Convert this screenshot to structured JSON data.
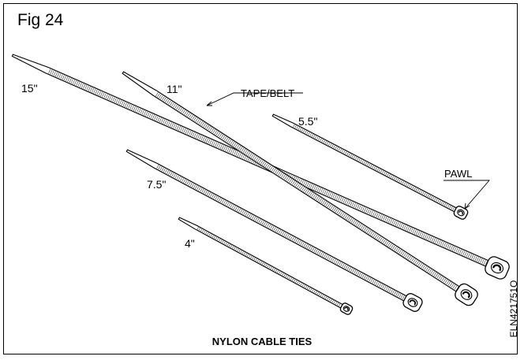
{
  "figure": {
    "label": "Fig 24",
    "caption": "NYLON CABLE TIES",
    "code": "ELN421751O"
  },
  "ties": [
    {
      "id": "tie-15",
      "size_label": "15\""
    },
    {
      "id": "tie-11",
      "size_label": "11\""
    },
    {
      "id": "tie-5-5",
      "size_label": "5.5\""
    },
    {
      "id": "tie-7-5",
      "size_label": "7.5\""
    },
    {
      "id": "tie-4",
      "size_label": "4\""
    }
  ],
  "callouts": {
    "tape_belt": "TAPE/BELT",
    "pawl": "PAWL"
  },
  "colors": {
    "ink": "#000000",
    "paper": "#ffffff",
    "ridge": "#555555"
  }
}
